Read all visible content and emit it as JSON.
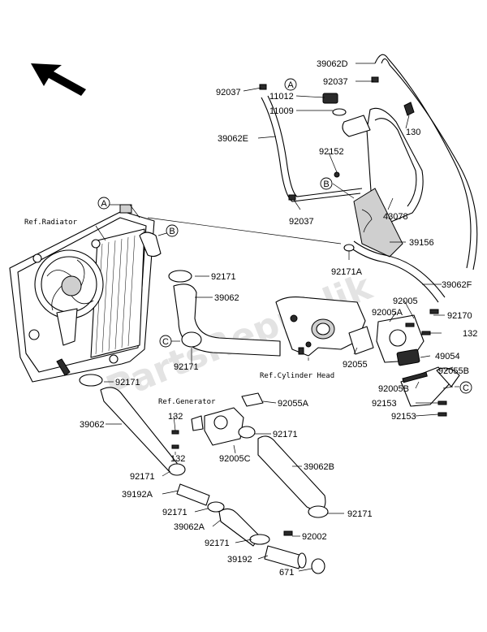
{
  "watermark": "PartsRepublik",
  "reference_labels": {
    "radiator": "Ref.Radiator",
    "cylinder_head": "Ref.Cylinder Head",
    "generator": "Ref.Generator"
  },
  "connector_markers": {
    "a_top": "A",
    "a_left": "A",
    "b_tank": "B",
    "b_left": "B",
    "c_left": "C",
    "c_right": "C"
  },
  "part_labels": {
    "p39062D": "39062D",
    "p92037_a": "92037",
    "p92037_b": "92037",
    "p92037_c": "92037",
    "p11012": "11012",
    "p11009": "11009",
    "p130": "130",
    "p39062E": "39062E",
    "p92152": "92152",
    "p43078": "43078",
    "p39156": "39156",
    "p92171A": "92171A",
    "p39062F": "39062F",
    "p92171_a": "92171",
    "p39062_a": "39062",
    "p92005": "92005",
    "p92005A": "92005A",
    "p92170": "92170",
    "p132_a": "132",
    "p92171_b": "92171",
    "p92055": "92055",
    "p49054": "49054",
    "p92055B": "92055B",
    "p92171_c": "92171",
    "p92005B": "92005B",
    "p92153_a": "92153",
    "p92153_b": "92153",
    "p92055A": "92055A",
    "p132_b": "132",
    "p39062_b": "39062",
    "p92171_d": "92171",
    "p132_c": "132",
    "p92005C": "92005C",
    "p92171_e": "92171",
    "p39062B": "39062B",
    "p39192A": "39192A",
    "p92171_f": "92171",
    "p92171_g": "92171",
    "p39062A": "39062A",
    "p92002": "92002",
    "p92171_h": "92171",
    "p39192": "39192",
    "p671": "671"
  },
  "icons": {
    "direction_arrow": "front-direction-arrow-icon"
  }
}
